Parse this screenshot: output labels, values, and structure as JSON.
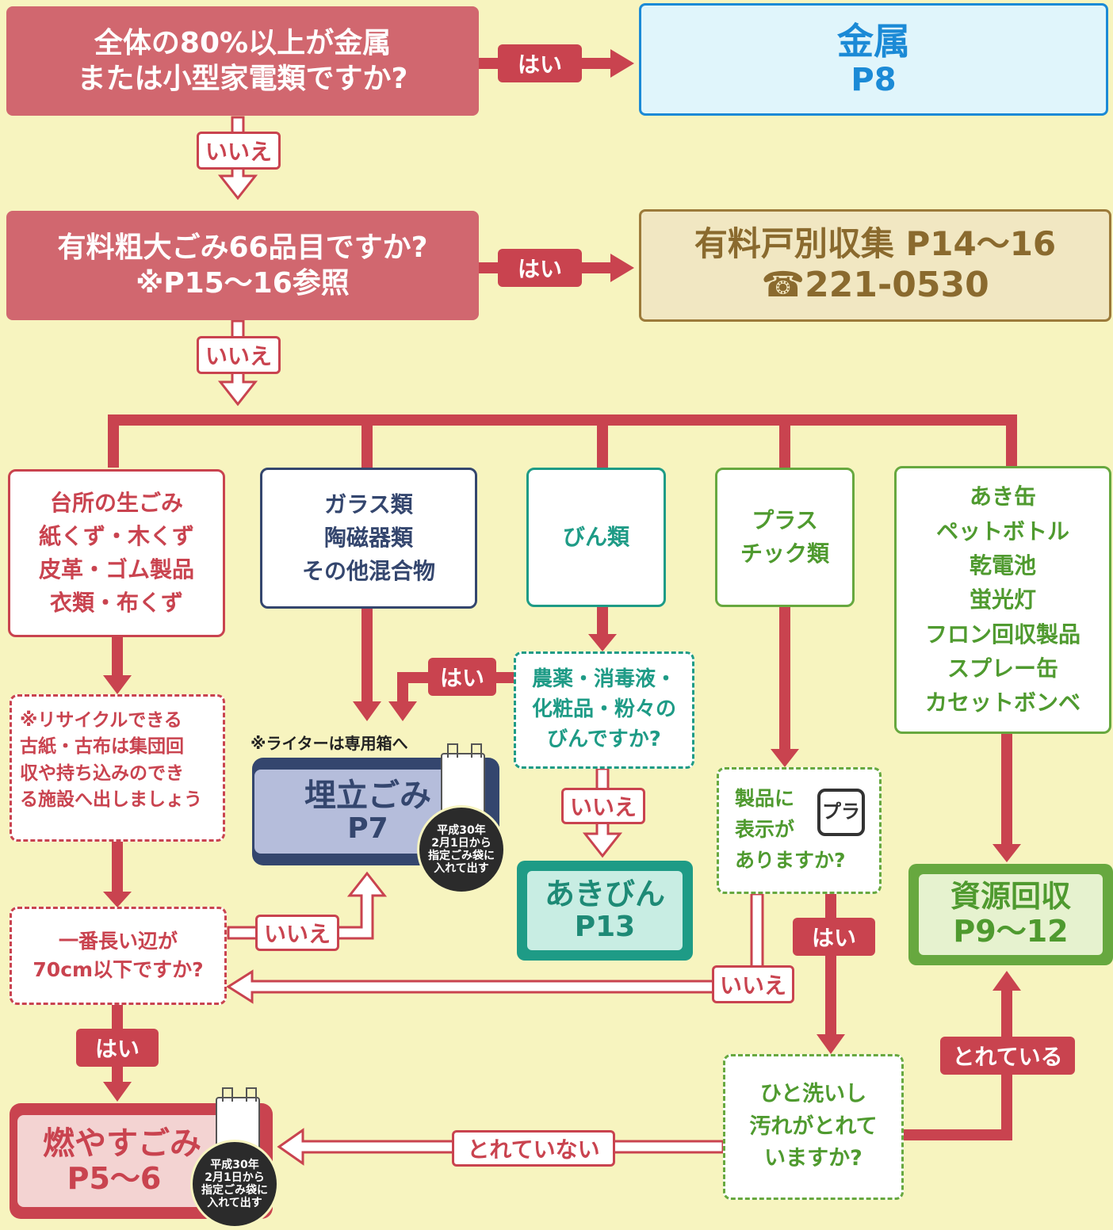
{
  "q1": {
    "lines": [
      "全体の80%以上が金属",
      "または小型家電類ですか?"
    ]
  },
  "q1_yes": "はい",
  "q1_no": "いいえ",
  "metal": {
    "title": "金属",
    "page": "P8"
  },
  "q2": {
    "lines": [
      "有料粗大ごみ66品目ですか?",
      "※P15〜16参照"
    ]
  },
  "q2_yes": "はい",
  "q2_no": "いいえ",
  "paid": {
    "line1": "有料戸別収集 P14〜16",
    "line2": "☎221-0530"
  },
  "cat_burnable": {
    "lines": [
      "台所の生ごみ",
      "紙くず・木くず",
      "皮革・ゴム製品",
      "衣類・布くず"
    ]
  },
  "cat_glass": {
    "lines": [
      "ガラス類",
      "陶磁器類",
      "その他混合物"
    ]
  },
  "cat_bottles": {
    "lines": [
      "びん類"
    ]
  },
  "cat_plastic": {
    "lines": [
      "プラス",
      "チック類"
    ]
  },
  "cat_resources": {
    "lines": [
      "あき缶",
      "ペットボトル",
      "乾電池",
      "蛍光灯",
      "フロン回収製品",
      "スプレー缶",
      "カセットボンベ"
    ]
  },
  "recycle_note": {
    "lines": [
      "※リサイクルできる",
      "古紙・古布は集団回",
      "収や持ち込みのでき",
      "る施設へ出しましょう"
    ]
  },
  "lighter_note": "※ライターは専用箱へ",
  "landfill": {
    "title": "埋立ごみ",
    "page": "P7"
  },
  "bag_badge": {
    "lines": [
      "平成30年",
      "2月1日から",
      "指定ごみ袋に",
      "入れて出す"
    ]
  },
  "bottle_q": {
    "lines": [
      "農薬・消毒液・",
      "化粧品・粉々の",
      "びんですか?"
    ]
  },
  "bottle_yes": "はい",
  "bottle_no": "いいえ",
  "empty_bottle": {
    "title": "あきびん",
    "page": "P13"
  },
  "plastic_q": {
    "lines": [
      "製品に",
      "表示が",
      "ありますか?"
    ]
  },
  "pla_mark": "プラ",
  "plastic_yes": "はい",
  "plastic_no": "いいえ",
  "resources": {
    "title": "資源回収",
    "page": "P9〜12"
  },
  "length_q": {
    "lines": [
      "一番長い辺が",
      "70cm以下ですか?"
    ]
  },
  "length_no": "いいえ",
  "length_yes": "はい",
  "wash_q": {
    "lines": [
      "ひと洗いし",
      "汚れがとれて",
      "いますか?"
    ]
  },
  "wash_yes": "とれている",
  "wash_no": "とれていない",
  "burnable": {
    "title": "燃やすごみ",
    "page": "P5〜6"
  },
  "colors": {
    "question": "#d1676f",
    "flow": "#c9434f",
    "metal": "#1b8ad6",
    "paid": "#9c7a3a",
    "navy": "#34466e",
    "teal": "#1e9b86",
    "green": "#67a83f"
  }
}
